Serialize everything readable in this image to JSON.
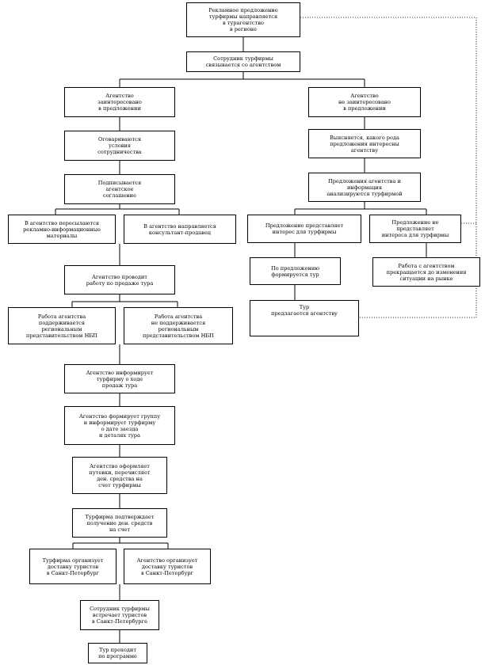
{
  "nodes": {
    "n1": "Рекламное предложение\nтурфирмы направляется\nв турагентство\nв регионе",
    "n2": "Сотрудник турфирмы\nсвязывается со агентством",
    "n3": "Агентство\nзаинтересовано\nв предложении",
    "n4": "Агентство\nне заинтересовано\nв предложении",
    "n5": "Оговариваются\nусловия\nсотрудничества",
    "n6": "Выясняется, какого рода\nпредложения интересны\nагентству",
    "n7": "Подписывается\nагентское\nсоглашение",
    "n8": "Предложения агентства и\nинформация\nанализируются турфирмой",
    "n9": "В агентство пересылаются\nрекламно-информационные\nматериалы",
    "n10": "В агентство направляется\nконсультант-продавец",
    "n11": "Предложение представляет\nинтерес для турфирмы",
    "n12": "Предложение не представляет\nинтереса для турфирмы",
    "n13": "Агентство проводит\nработу по продаже тура",
    "n14": "По предложению\nформируется тур",
    "n15": "Работа с агентством\nпрекращается до изменения\nситуации на рынке",
    "n16": "Работа агентства\nподдерживается\nрегиональным\nпредставительством НБП",
    "n17": "Работа агентства\nне поддерживается\nрегиональным\nпредставительством НБП",
    "n18": "Тур\nпредлагается агентству",
    "n19": "Агентство информирует\nтурфирму о ходе\nпродаж тура",
    "n20": "Агентство формирует группу\nи информирует турфирму\nо дате заезда\nи деталях тура",
    "n21": "Агентство оформляет\nпутевки, перечисляет\nден. средства на\nсчет турфирмы",
    "n22": "Турфирма подтверждает\nполучение ден. средств\nна счет",
    "n23": "Турфирма организует\nдоставку туристов\nв Санкт-Петербург",
    "n24": "Агентство организует\nдоставку туристов\nв Санкт-Петербург",
    "n25": "Сотрудник турфирмы\nвстречает туристов\nв Санкт-Петербурге",
    "n26": "Тур проходит\nпо программе"
  }
}
